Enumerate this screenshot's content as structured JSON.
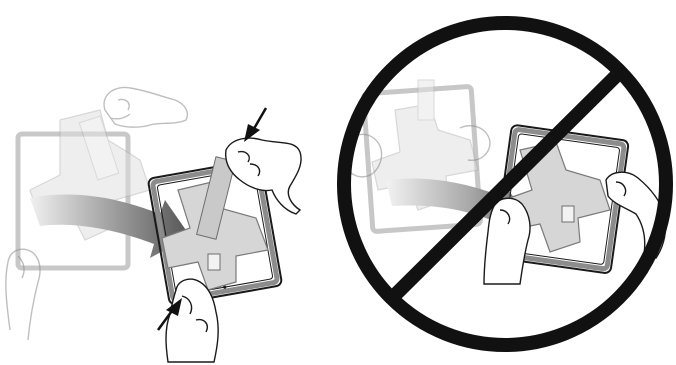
{
  "figure": {
    "panels": [
      {
        "id": "correct",
        "label": "",
        "status": "allowed"
      },
      {
        "id": "incorrect",
        "label": "",
        "status": "prohibited"
      }
    ],
    "icons": [
      "arrow-icon",
      "hand-icon",
      "prohibition-icon",
      "tablet-frame-icon",
      "x-mount-icon"
    ],
    "colors": {
      "outline": "#1a1a1a",
      "frame_gray": "#9a9a9a",
      "mount_light": "#dcdcdc",
      "mount_mid": "#c4c4c4",
      "swoosh_dark": "#5a5a5a",
      "swoosh_light": "#ececec",
      "prohibition": "#111111"
    }
  }
}
